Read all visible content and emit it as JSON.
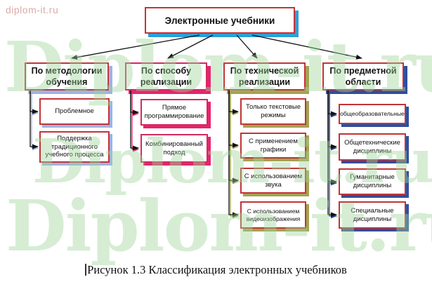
{
  "watermark": {
    "corner_text": "diplom-it.ru",
    "corner_color": "#dcabab",
    "tile_text": "Diplom-it.ru",
    "green": "#9ed69a"
  },
  "diagram": {
    "root": {
      "label": "Электронные учебники",
      "border": "#c23437",
      "shadow": "#2f9fd6"
    },
    "branches": [
      {
        "label": "По методологии обучения",
        "border": "#c23437",
        "accent": "#9cb3e6",
        "children": [
          "Проблемное",
          "Поддержка традиционного учебного процесса"
        ]
      },
      {
        "label": "По способу реализации",
        "border": "#d22a5e",
        "accent": "#e6246d",
        "children": [
          "Прямое программирование",
          "Комбинированный подход"
        ]
      },
      {
        "label": "По технической реализации",
        "border": "#c23437",
        "accent": "#a3a351",
        "children": [
          "Только текстовые режимы",
          "С применением графики",
          "С использованием звука",
          "С использованием видеоизображения"
        ]
      },
      {
        "label": "По предметной области",
        "border": "#c23437",
        "accent": "#2e4e9d",
        "children": [
          "общеобразовательные",
          "Общетехнические дисциплины",
          "Гуманитарные дисциплины",
          "Специальные дисциплины"
        ]
      }
    ]
  },
  "caption": {
    "text": "Рисунок 1.3 Классификация электронных учебников"
  }
}
